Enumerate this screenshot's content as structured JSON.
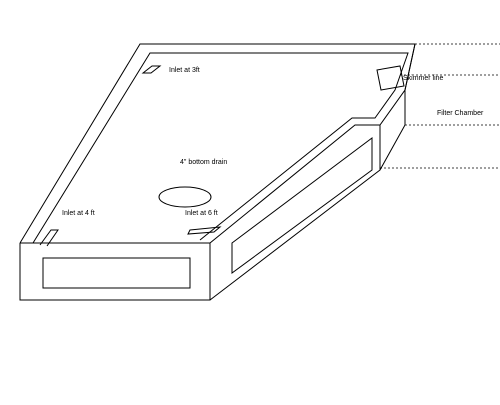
{
  "labels": {
    "inlet_3ft": "Inlet at 3ft",
    "skimmer_line": "Skimmer line",
    "filter_chamber": "Filter Chamber",
    "bottom_drain": "4\" bottom drain",
    "inlet_4ft": "Inlet  at 4 ft",
    "inlet_6ft": "Inlet at 6 ft"
  },
  "colors": {
    "line": "#000000",
    "background": "#ffffff"
  }
}
